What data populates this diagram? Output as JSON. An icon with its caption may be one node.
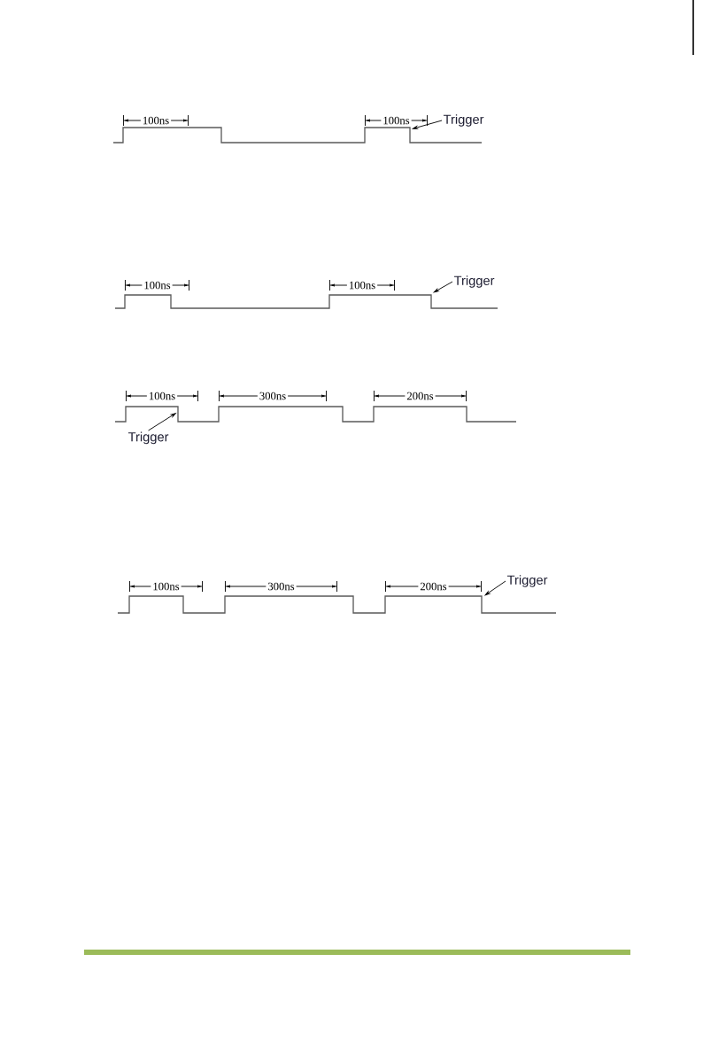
{
  "diagram": {
    "nodes": [
      {
        "text": [
          "Trigger"
        ]
      },
      {
        "text": [
          "Trigger"
        ]
      },
      {
        "text": [
          "Trigger"
        ]
      },
      {
        "text": [
          "Trigger"
        ]
      },
      {
        "text": [],
        "shape": "waveform"
      },
      {
        "text": [],
        "shape": "waveform"
      },
      {
        "text": [],
        "shape": "waveform"
      },
      {
        "text": [],
        "shape": "waveform"
      }
    ],
    "edges": [
      {
        "from": 0,
        "to": 4,
        "arrow": "to"
      },
      {
        "from": 1,
        "to": 5,
        "arrow": "to"
      },
      {
        "from": 2,
        "to": 6,
        "arrow": "to"
      },
      {
        "from": 3,
        "to": 7,
        "arrow": "to"
      }
    ],
    "labels": [
      "100ns",
      "100ns",
      "100ns",
      "100ns",
      "100ns",
      "300ns",
      "200ns",
      "100ns",
      "300ns",
      "200ns"
    ]
  }
}
